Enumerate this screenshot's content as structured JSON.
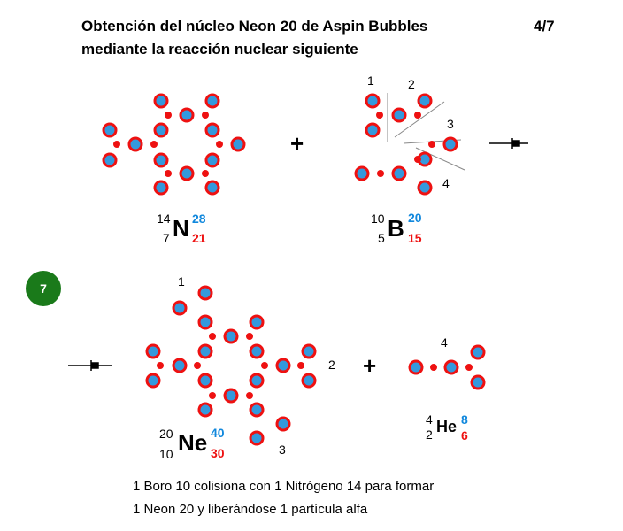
{
  "title_line1": "Obtención del núcleo Neon 20  de Aspin Bubbles",
  "title_line2": "mediante la reacción nuclear siguiente",
  "page_indicator": "4/7",
  "step_number": "7",
  "plus_sign": "+",
  "colors": {
    "bubble_fill": "#3399dd",
    "bubble_ring": "#ee1111",
    "dot": "#ee1111",
    "step_badge": "#1a7a1a",
    "blue_text": "#1188dd",
    "red_text": "#ee1111"
  },
  "nitrogen": {
    "mass": "14",
    "atomic": "7",
    "symbol": "N",
    "top_value": "28",
    "bottom_value": "21"
  },
  "boron": {
    "mass": "10",
    "atomic": "5",
    "symbol": "B",
    "top_value": "20",
    "bottom_value": "15",
    "fragment_labels": [
      "1",
      "2",
      "3",
      "4"
    ]
  },
  "neon": {
    "mass": "20",
    "atomic": "10",
    "symbol": "Ne",
    "top_value": "40",
    "bottom_value": "30",
    "fragment_labels": [
      "1",
      "2",
      "3"
    ]
  },
  "helium": {
    "mass": "4",
    "atomic": "2",
    "symbol": "He",
    "top_value": "8",
    "bottom_value": "6",
    "fragment_label": "4"
  },
  "caption_line1": "1 Boro 10 colisiona con 1 Nitrógeno 14 para formar",
  "caption_line2": "1 Neon 20 y liberándose 1 partícula alfa"
}
